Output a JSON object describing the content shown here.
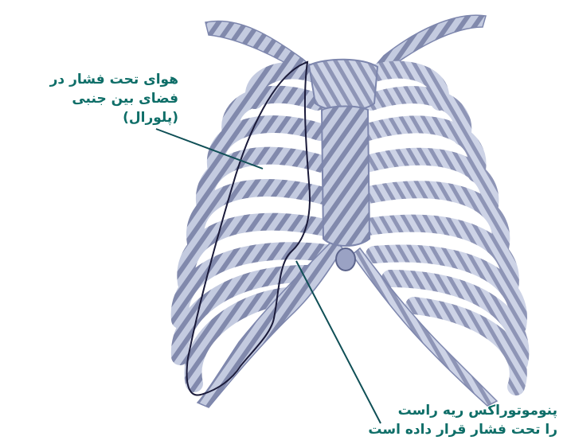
{
  "labels": {
    "pleural_air": [
      "هوای تحت فشار در",
      "فضای بین جنبی",
      "(پلورال)"
    ],
    "pneumothorax": [
      "پنوموتوراکس ریه راست",
      "را تحت فشار قرار داده است"
    ]
  },
  "colors": {
    "rib_fill": "#c4cbe0",
    "rib_stripe": "#6a729a",
    "bone_edge": "#7d86ad",
    "lung_outline": "#1a1a3a",
    "leader_line": "#0f4f56",
    "label_text": "#0e6e68"
  }
}
